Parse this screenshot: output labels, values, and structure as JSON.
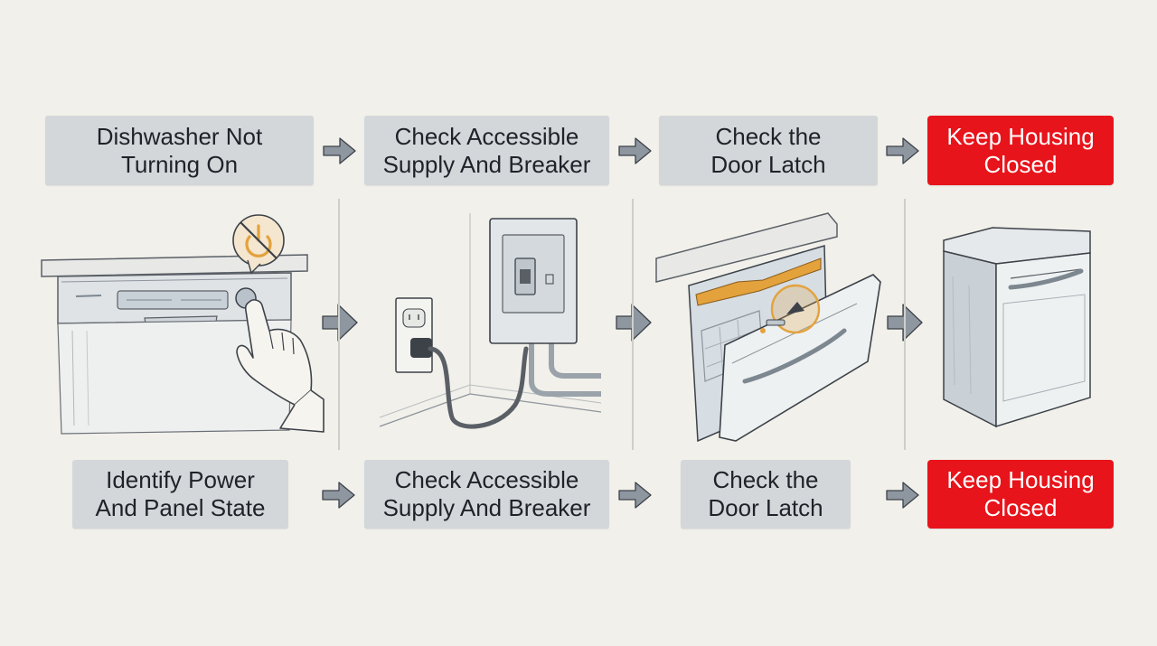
{
  "top_steps": [
    {
      "label": "Dishwasher Not\nTurning On"
    },
    {
      "label": "Check Accessible\nSupply And Breaker"
    },
    {
      "label": "Check the\nDoor Latch"
    },
    {
      "label": "Keep Housing\nClosed"
    }
  ],
  "bottom_steps": [
    {
      "label": "Identify Power\nAnd Panel State"
    },
    {
      "label": "Check Accessible\nSupply And Breaker"
    },
    {
      "label": "Check the\nDoor Latch"
    },
    {
      "label": "Keep Housing\nClosed"
    }
  ],
  "colors": {
    "step_box": "#d3d7da",
    "warning_box": "#e8141b",
    "arrow": "#8e96a0",
    "highlight": "#e3a23c"
  },
  "icons": [
    "no-power-icon",
    "flow-arrow-icon"
  ]
}
